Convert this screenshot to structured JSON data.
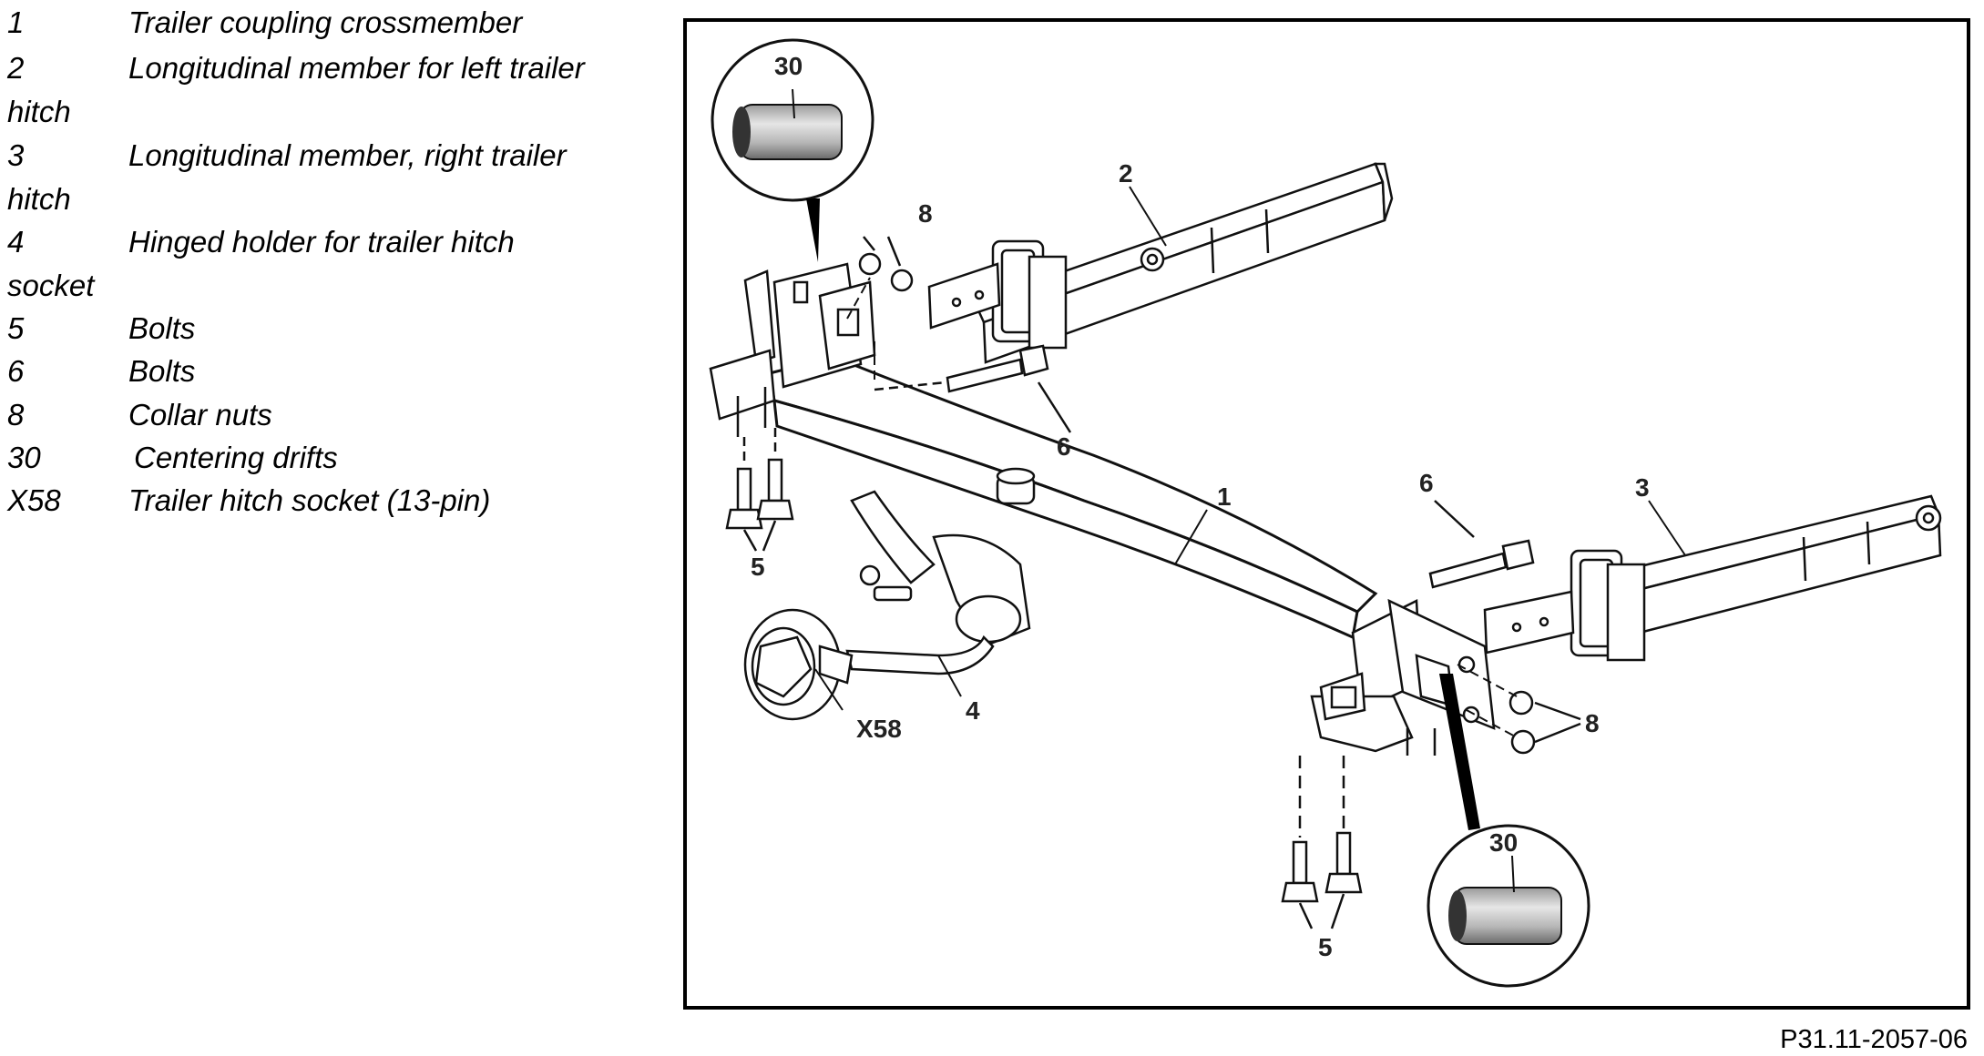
{
  "legend": [
    {
      "num": "1",
      "text": "Trailer coupling crossmember",
      "wrap": ""
    },
    {
      "num": "2",
      "text": "Longitudinal member for left trailer",
      "wrap": "hitch"
    },
    {
      "num": "3",
      "text": "Longitudinal member, right trailer",
      "wrap": "hitch"
    },
    {
      "num": "4",
      "text": "Hinged holder for trailer hitch",
      "wrap": "socket"
    },
    {
      "num": "5",
      "text": "Bolts",
      "wrap": ""
    },
    {
      "num": "6",
      "text": "Bolts",
      "wrap": ""
    },
    {
      "num": "8",
      "text": "Collar nuts",
      "wrap": ""
    },
    {
      "num": "30",
      "text": "Centering drifts",
      "wrap": ""
    },
    {
      "num": "X58",
      "text": "Trailer hitch socket (13-pin)",
      "wrap": ""
    }
  ],
  "callouts": {
    "c1": "1",
    "c2": "2",
    "c3": "3",
    "c4": "4",
    "c5a": "5",
    "c5b": "5",
    "c6a": "6",
    "c6b": "6",
    "c8a": "8",
    "c8b": "8",
    "c30a": "30",
    "c30b": "30",
    "cx58": "X58"
  },
  "reference": "P31.11-2057-06"
}
